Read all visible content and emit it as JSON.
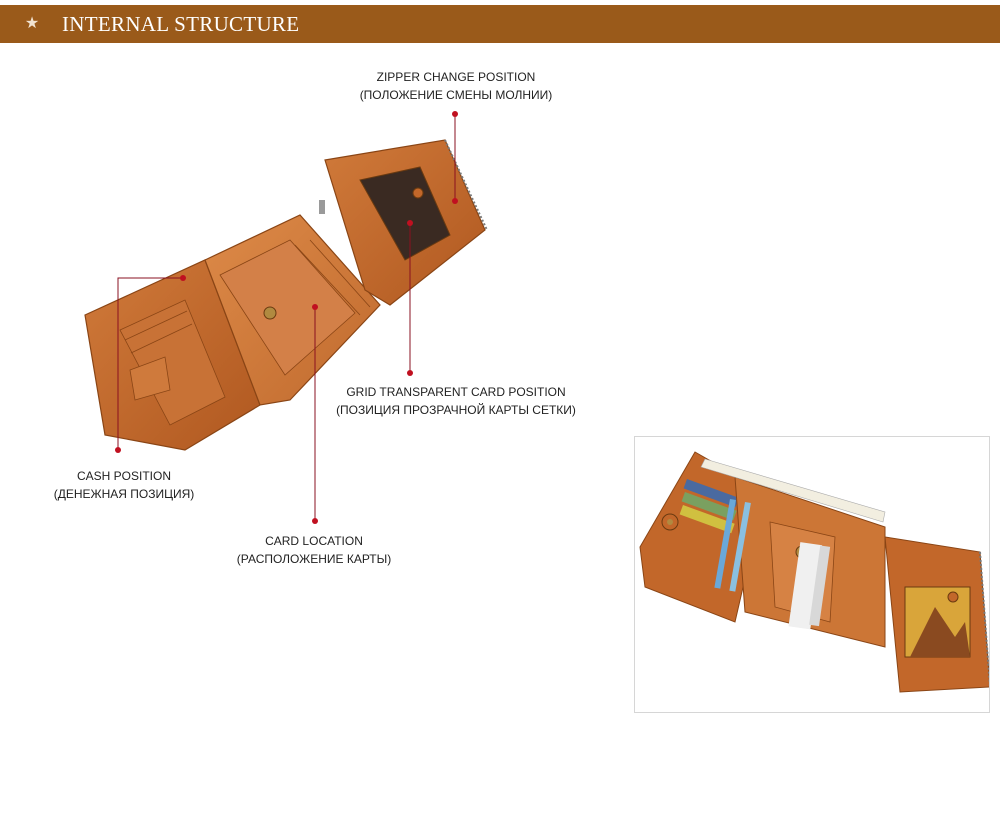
{
  "header": {
    "icon": "star-icon",
    "star_glyph": "★",
    "title": "INTERNAL STRUCTURE"
  },
  "callouts": {
    "zipper": {
      "en": "ZIPPER CHANGE POSITION",
      "ru": "(ПОЛОЖЕНИЕ СМЕНЫ МОЛНИИ)"
    },
    "grid": {
      "en": "GRID TRANSPARENT CARD POSITION",
      "ru": "(ПОЗИЦИЯ ПРОЗРАЧНОЙ КАРТЫ СЕТКИ)"
    },
    "cash": {
      "en": "CASH POSITION",
      "ru": "(ДЕНЕЖНАЯ ПОЗИЦИЯ)"
    },
    "card": {
      "en": "CARD LOCATION",
      "ru": "(РАСПОЛОЖЕНИЕ КАРТЫ)"
    }
  },
  "colors": {
    "header_bg": "#9a5a1a",
    "leather": "#c2672a",
    "leader_line": "#8a1020",
    "dot": "#c01020"
  }
}
